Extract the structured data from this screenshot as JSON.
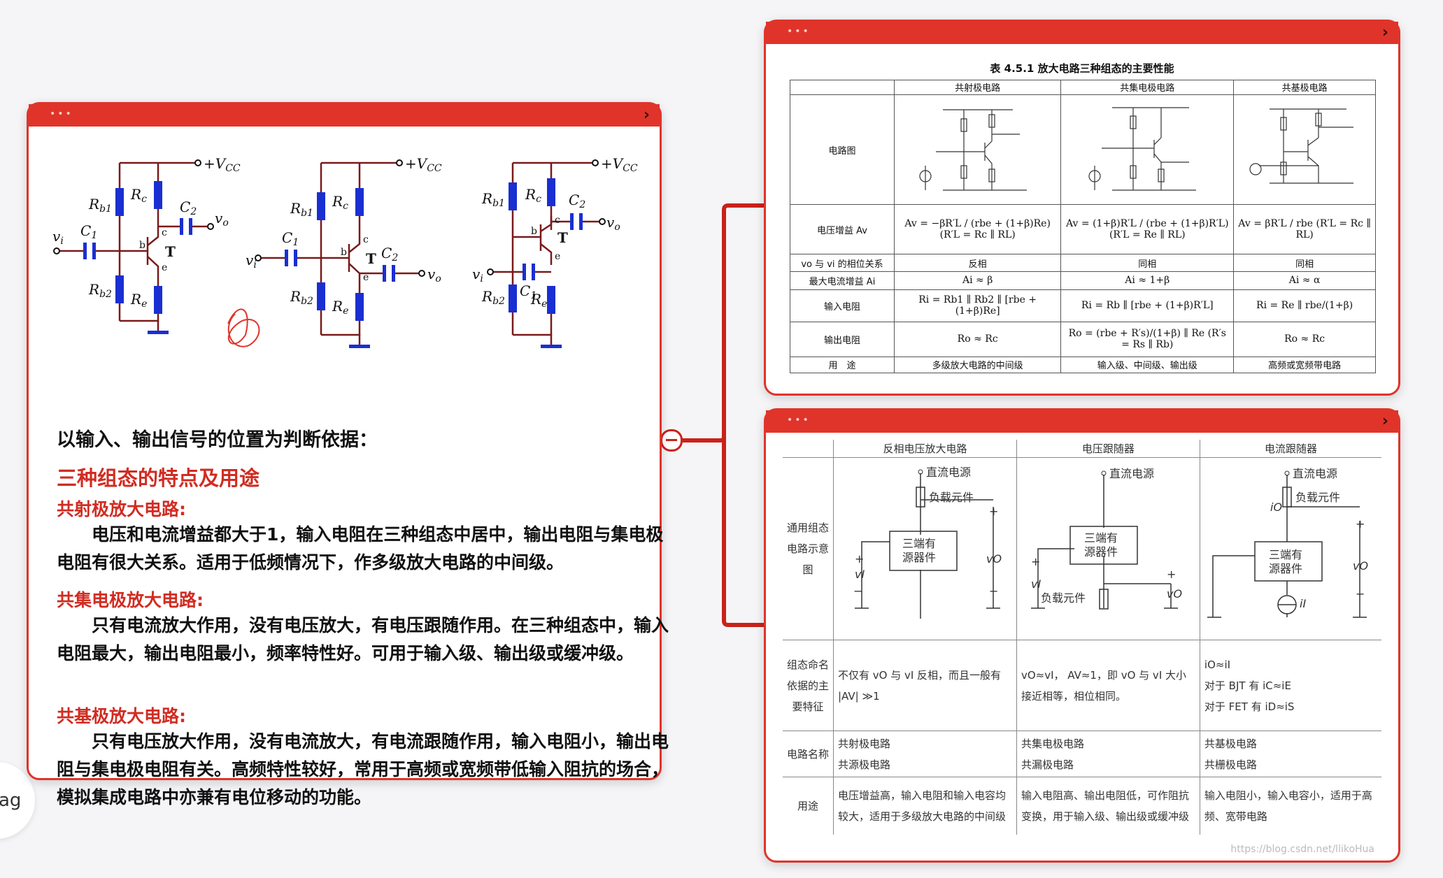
{
  "left_card": {
    "circuit_labels": {
      "vcc": "+V",
      "vcc_sub": "CC",
      "rb1": "R",
      "rb1_sub": "b1",
      "rb2": "R",
      "rb2_sub": "b2",
      "rc": "R",
      "rc_sub": "c",
      "re": "R",
      "re_sub": "e",
      "c1": "C",
      "c1_sub": "1",
      "c2": "C",
      "c2_sub": "2",
      "vi": "v",
      "vi_sub": "i",
      "vo": "v",
      "vo_sub": "o",
      "t": "T",
      "b": "b",
      "c": "c",
      "e": "e"
    },
    "basis": "以输入、输出信号的位置为判断依据：",
    "section_title": "三种组态的特点及用途",
    "ce_title": "共射极放大电路:",
    "ce_text": "电压和电流增益都大于1，输入电阻在三种组态中居中，输出电阻与集电极电阻有很大关系。适用于低频情况下，作多级放大电路的中间级。",
    "cc_title": "共集电极放大电路:",
    "cc_text": "只有电流放大作用，没有电压放大，有电压跟随作用。在三种组态中，输入电阻最大，输出电阻最小，频率特性好。可用于输入级、输出级或缓冲级。",
    "cb_title": "共基极放大电路:",
    "cb_text": "只有电压放大作用，没有电流放大，有电流跟随作用，输入电阻小，输出电阻与集电极电阻有关。高频特性较好，常用于高频或宽频带低输入阻抗的场合，模拟集成电路中亦兼有电位移动的功能。"
  },
  "table1": {
    "caption": "表 4.5.1    放大电路三种组态的主要性能",
    "headers": [
      "",
      "共射极电路",
      "共集电极电路",
      "共基极电路"
    ],
    "rows": [
      {
        "label": "电路图",
        "cells": [
          "",
          "",
          ""
        ]
      },
      {
        "label": "电压增益 Av",
        "cells": [
          "Av = −βR′L / (rbe + (1+β)Re)   (R′L = Rc ∥ RL)",
          "Av = (1+β)R′L / (rbe + (1+β)R′L)   (R′L = Re ∥ RL)",
          "Av = βR′L / rbe   (R′L = Rc ∥ RL)"
        ]
      },
      {
        "label": "vo 与 vi 的相位关系",
        "cells": [
          "反相",
          "同相",
          "同相"
        ]
      },
      {
        "label": "最大电流增益 Ai",
        "cells": [
          "Ai ≈ β",
          "Ai ≈ 1+β",
          "Ai ≈ α"
        ]
      },
      {
        "label": "输入电阻",
        "cells": [
          "Ri = Rb1 ∥ Rb2 ∥ [rbe + (1+β)Re]",
          "Ri = Rb ∥ [rbe + (1+β)R′L]",
          "Ri = Re ∥ rbe/(1+β)"
        ]
      },
      {
        "label": "输出电阻",
        "cells": [
          "Ro ≈ Rc",
          "Ro = (rbe + R′s)/(1+β) ∥ Re  (R′s = Rs ∥ Rb)",
          "Ro ≈ Rc"
        ]
      },
      {
        "label": "用　途",
        "cells": [
          "多级放大电路的中间级",
          "输入级、中间级、输出级",
          "高频或宽频带电路"
        ]
      }
    ]
  },
  "table2": {
    "headers": [
      "",
      "反相电压放大电路",
      "电压跟随器",
      "电流跟随器"
    ],
    "row1_label": "通用组态电路示意图",
    "diagram_labels": {
      "dc_source": "直流电源",
      "load": "负载元件",
      "load2": "负载元件",
      "device_l1": "三端有",
      "device_l2": "源器件",
      "plus": "+",
      "minus": "−",
      "vi": "vI",
      "vo": "vO",
      "io": "iO",
      "ii": "iI"
    },
    "row2_label": "组态命名依据的主要特征",
    "row2_cells": [
      "不仅有 vO 与 vI 反相，而且一般有 |AV| ≫1",
      "vO≈vI，  AV≈1，即 vO 与 vI 大小接近相等，相位相同。",
      "iO≈iI\n对于 BJT 有 iC≈iE\n对于 FET 有 iD≈iS"
    ],
    "row3_label": "电路名称",
    "row3_cells": [
      "共射极电路\n共源极电路",
      "共集电极电路\n共漏极电路",
      "共基极电路\n共栅极电路"
    ],
    "row4_label": "用途",
    "row4_cells": [
      "电压增益高，输入电阻和输入电容均较大，适用于多级放大电路的中间级",
      "输入电阻高、输出电阻低，可作阻抗变换，用于输入级、输出级或缓冲级",
      "输入电阻小，输入电容小，适用于高频、宽带电路"
    ]
  },
  "watermark": "https://blog.csdn.net/llikoHua",
  "drag_label": "ag",
  "colors": {
    "accent": "#e0342a",
    "title_red": "#d12c22",
    "circuit_blue": "#1a2fd1",
    "wire_dark": "#7a1a1a"
  }
}
